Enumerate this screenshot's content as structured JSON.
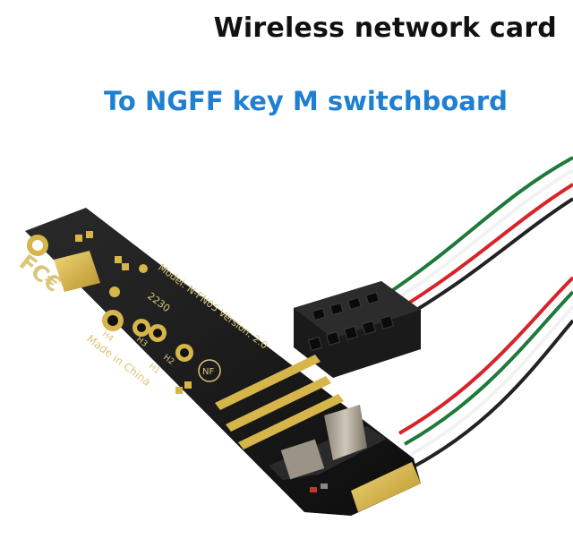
{
  "header": {
    "title": "Wireless network card",
    "subtitle": "To NGFF key M switchboard"
  },
  "board": {
    "fcc_mark": "FC€",
    "model_text": "Model: N-FN05 Version: 2.0",
    "size_text": "2230",
    "hole_labels": [
      "H4",
      "H3",
      "H2",
      "H1"
    ],
    "origin_text": "Made in China",
    "logo_text": "NF"
  },
  "colors": {
    "subtitle": "#1f7fd0",
    "pcb": "#141414",
    "gold": "#d6b64a",
    "cable_red": "#d8232a",
    "cable_green": "#1e7a3a",
    "cable_white": "#f2f2f2",
    "cable_black": "#222222"
  }
}
